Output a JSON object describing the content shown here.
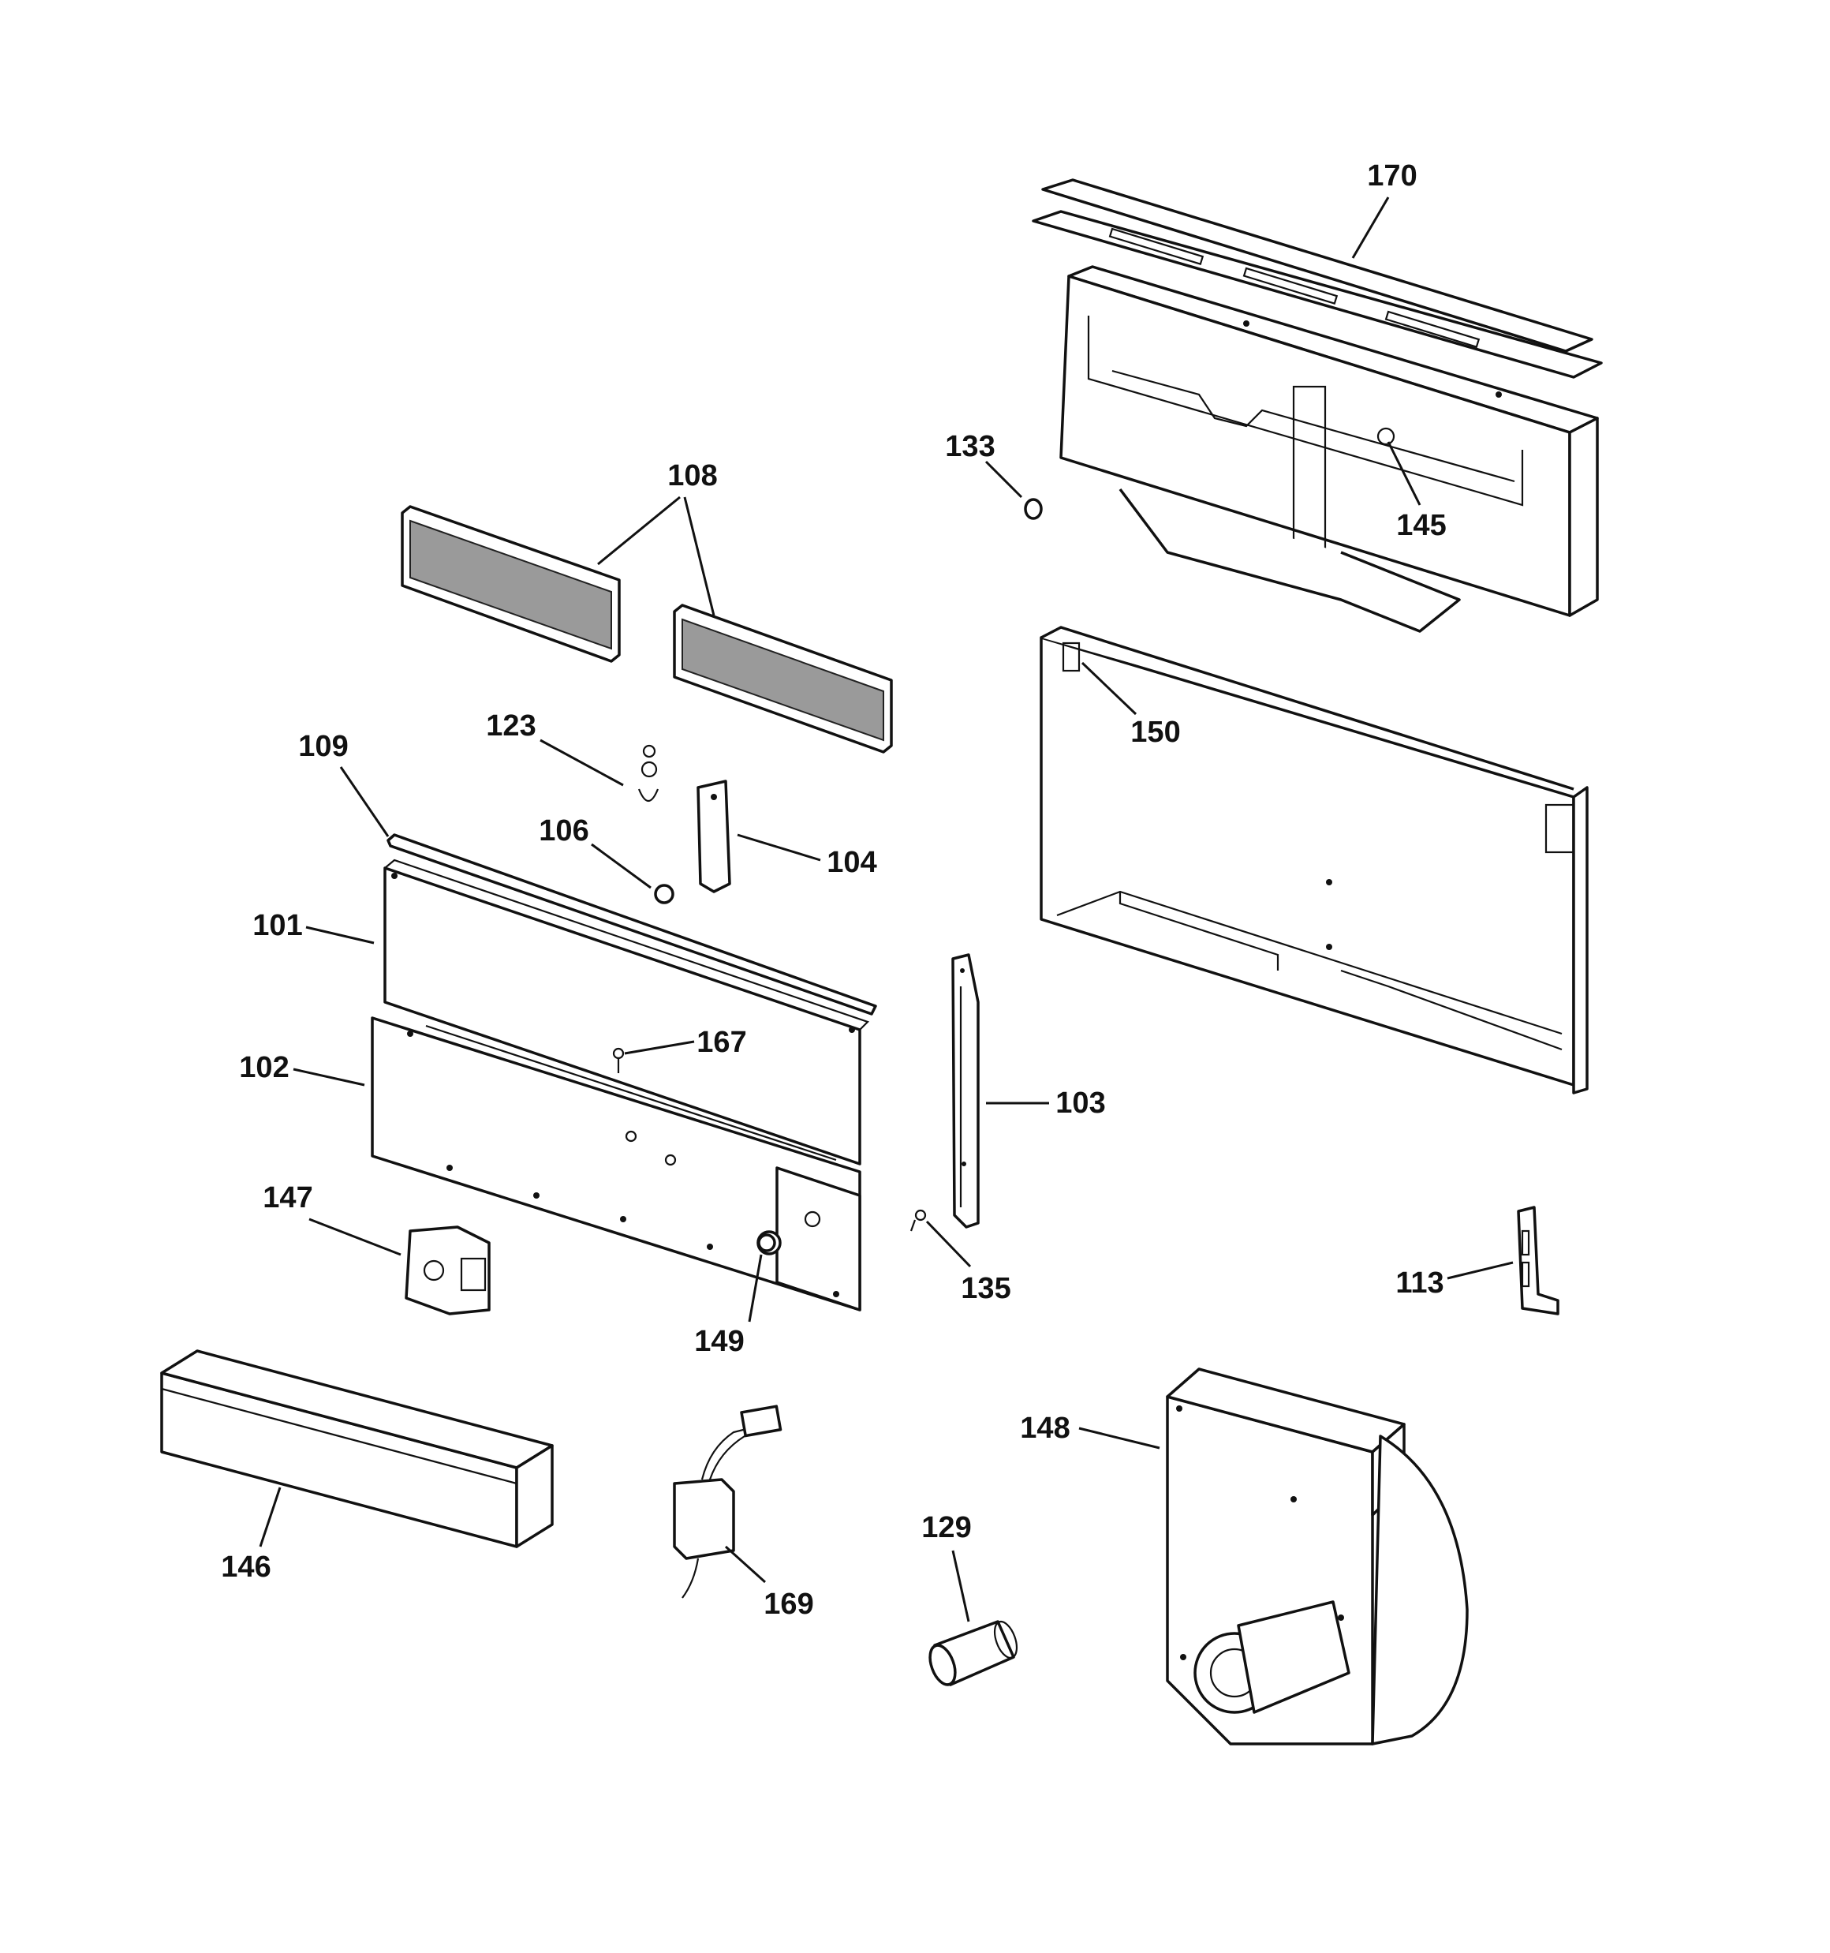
{
  "diagram": {
    "labels": {
      "p101": "101",
      "p102": "102",
      "p103": "103",
      "p104": "104",
      "p106": "106",
      "p108": "108",
      "p109": "109",
      "p113": "113",
      "p123": "123",
      "p129": "129",
      "p133": "133",
      "p135": "135",
      "p145": "145",
      "p146": "146",
      "p147": "147",
      "p148": "148",
      "p149": "149",
      "p150": "150",
      "p167": "167",
      "p169": "169",
      "p170": "170"
    }
  }
}
